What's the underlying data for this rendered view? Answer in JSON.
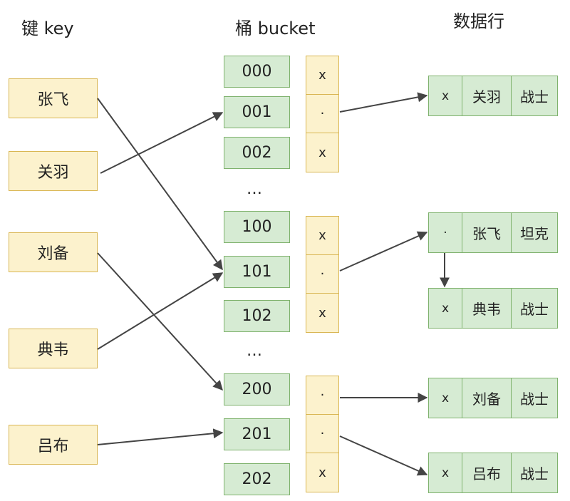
{
  "headers": {
    "key": "键 key",
    "bucket": "桶 bucket",
    "rows": "数据行"
  },
  "keys": [
    "张飞",
    "关羽",
    "刘备",
    "典韦",
    "吕布"
  ],
  "buckets": [
    "000",
    "001",
    "002",
    "100",
    "101",
    "102",
    "200",
    "201",
    "202"
  ],
  "ellipsis": "…",
  "pointer_groups": [
    [
      "x",
      "·",
      "x"
    ],
    [
      "x",
      "·",
      "x"
    ],
    [
      "·",
      "·",
      "x"
    ]
  ],
  "data_rows": [
    [
      "x",
      "关羽",
      "战士"
    ],
    [
      "·",
      "张飞",
      "坦克"
    ],
    [
      "x",
      "典韦",
      "战士"
    ],
    [
      "x",
      "刘备",
      "战士"
    ],
    [
      "x",
      "吕布",
      "战士"
    ]
  ],
  "colors": {
    "yellow_fill": "#fcf2cd",
    "yellow_border": "#d9b653",
    "green_fill": "#d6ebd3",
    "green_border": "#7fb26d",
    "arrow": "#444444"
  }
}
